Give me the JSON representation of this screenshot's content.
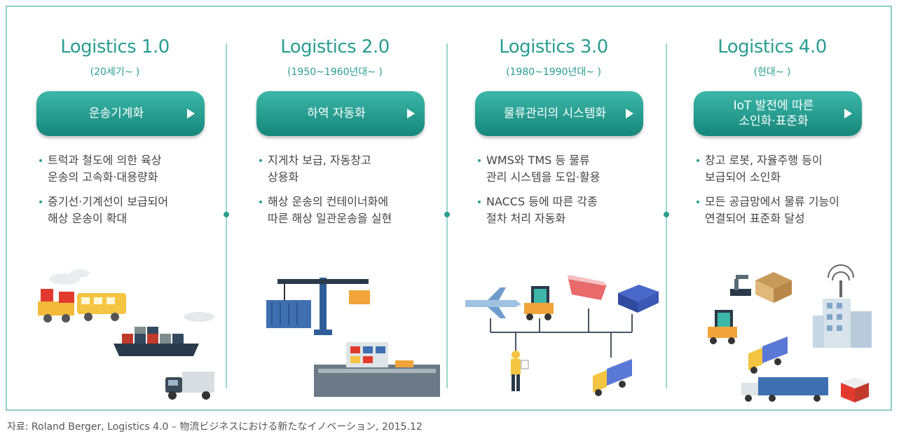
{
  "columns": [
    {
      "title": "Logistics 1.0",
      "period": "(20세기~ )",
      "pill": "운송기계화",
      "bullets": [
        "트럭과 철도에 의한 육상\n운송의 고속화·대용량화",
        "증기선·기계선이 보급되어\n해상 운송이 확대"
      ],
      "illustration": [
        "steam-train-icon",
        "container-ship-icon",
        "truck-icon"
      ]
    },
    {
      "title": "Logistics 2.0",
      "period": "(1950~1960년대~ )",
      "pill": "하역 자동화",
      "bullets": [
        "지게차 보급, 자동창고\n상용화",
        "해상 운송의 컨테이너화에\n따른 해상 일관운송을 실현"
      ],
      "illustration": [
        "container-crane-icon",
        "port-terminal-icon"
      ]
    },
    {
      "title": "Logistics 3.0",
      "period": "(1980~1990년대~ )",
      "pill": "물류관리의 시스템화",
      "bullets": [
        "WMS와 TMS 등 물류\n관리 시스템을 도입·활용",
        "NACCS 등에 따른 각종\n절차 처리 자동화"
      ],
      "illustration": [
        "airplane-icon",
        "forklift-icon",
        "ship-icon",
        "warehouse-icon",
        "worker-icon",
        "truck-icon"
      ]
    },
    {
      "title": "Logistics 4.0",
      "period": "(현대~ )",
      "pill": "IoT 발전에 따른\n소인화·표준화",
      "bullets": [
        "창고 로봇, 자율주행 등이\n보급되어 소인화",
        "모든 공급망에서 물류 기능이\n연결되어 표준화 달성"
      ],
      "illustration": [
        "robot-arm-icon",
        "warehouse-icon",
        "wireless-tower-icon",
        "smart-building-icon",
        "forklift-icon",
        "truck-icon",
        "container-truck-icon",
        "cargo-box-icon"
      ]
    }
  ],
  "source": "자료: Roland Berger, Logistics 4.0 – 物流ビジネスにおける新たなイノベーション, 2015.12",
  "colors": {
    "accent": "#2a9d90",
    "frame": "#8fcfc6",
    "pill_top": "#3db7a8",
    "pill_bottom": "#15877a"
  }
}
